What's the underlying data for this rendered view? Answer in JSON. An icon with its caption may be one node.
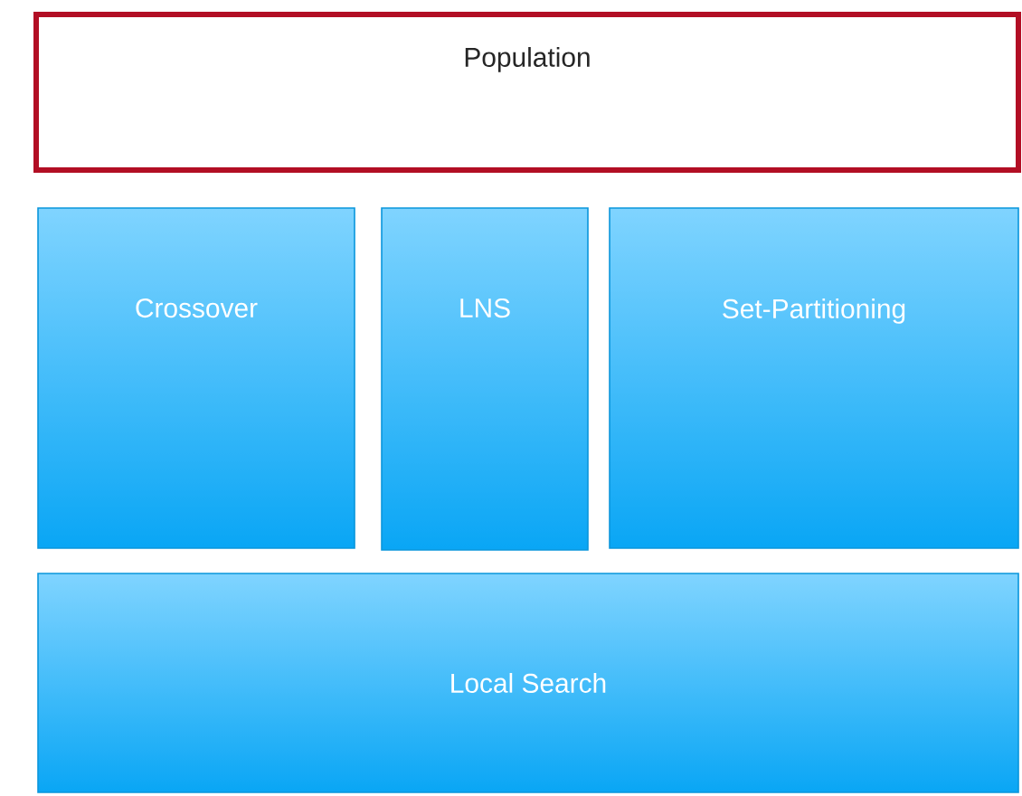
{
  "diagram": {
    "nodes": [
      {
        "text": [
          "Population"
        ]
      },
      {
        "text": [
          "Crossover"
        ]
      },
      {
        "text": [
          "LNS"
        ]
      },
      {
        "text": [
          "Set-Partitioning"
        ]
      },
      {
        "text": [
          "Local Search"
        ]
      }
    ]
  }
}
